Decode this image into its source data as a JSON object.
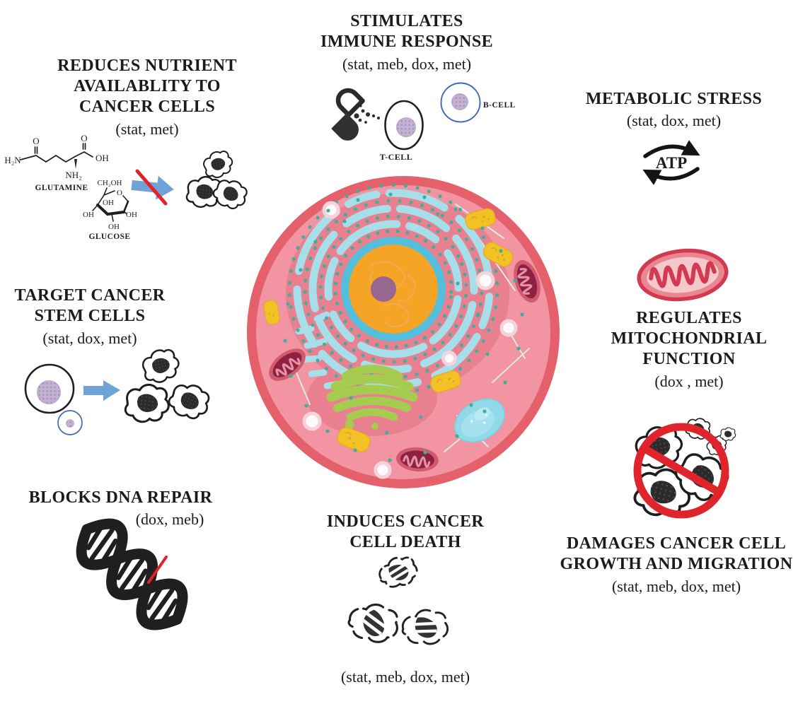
{
  "figure": {
    "description": "Effects of repurposed drugs on a cancer cell (central animal cell illustration surrounded by eight mechanisms)"
  },
  "colors": {
    "text": "#1B1B1B",
    "arrow_blue": "#6FA3D8",
    "slash_red": "#E02329",
    "prohibit_red": "#E0242C",
    "cell_cytoplasm_pink": "#F294A1",
    "membrane_coral": "#E4616C",
    "nucleus_orange": "#F5A425",
    "nucleolus_purple": "#96678F",
    "nuclear_envelope_blue": "#53BFDC",
    "er_blue": "#A6DEE9",
    "ribosome_teal": "#3FAE9C",
    "golgi_green": "#A5CC4E",
    "mitochondrion_red": "#C64A61",
    "lysosome_yellow": "#F2C126",
    "vacuole_blue": "#8FD9E8",
    "b_cell_blue": "#3A6BB5"
  },
  "sections": {
    "stimulates_immune": {
      "title_line1": "STIMULATES",
      "title_line2": "IMMUNE RESPONSE",
      "drugs": "(stat, meb, dox, met)",
      "t_cell_label": "T-CELL",
      "b_cell_label": "B-CELL"
    },
    "reduces_nutrient": {
      "title_line1": "REDUCES NUTRIENT",
      "title_line2": "AVAILABLITY TO",
      "title_line3": "CANCER CELLS",
      "drugs": "(stat, met)"
    },
    "metabolic_stress": {
      "title": "METABOLIC STRESS",
      "drugs": "(stat, dox, met)",
      "atp_label": "ATP"
    },
    "target_stem_cells": {
      "title_line1": "TARGET CANCER",
      "title_line2": "STEM CELLS",
      "drugs": "(stat, dox, met)"
    },
    "regulates_mitochondrial": {
      "title_line1": "REGULATES",
      "title_line2": "MITOCHONDRIAL",
      "title_line3": "FUNCTION",
      "drugs": "(dox , met)"
    },
    "blocks_dna_repair": {
      "title": "BLOCKS DNA REPAIR",
      "drugs": "(dox, meb)"
    },
    "induces_cell_death": {
      "title_line1": "INDUCES CANCER",
      "title_line2": "CELL DEATH",
      "drugs": "(stat, meb, dox, met)"
    },
    "damages_growth": {
      "title_line1": "DAMAGES CANCER CELL",
      "title_line2": "GROWTH AND MIGRATION",
      "drugs": "(stat, meb, dox, met)"
    }
  },
  "chemistry": {
    "glutamine": {
      "label": "GLUTAMINE",
      "amine": "H₂N",
      "carbonyl_o": "O",
      "carboxyl_o": "O",
      "hydroxyl": "OH",
      "amino": "NH₂"
    },
    "glucose": {
      "label": "GLUCOSE",
      "ch2oh": "CH₂OH",
      "ring_o": "O",
      "oh_inner": "OH",
      "oh_left": "OH",
      "oh_bottom": "OH",
      "oh_right": "OH"
    }
  }
}
